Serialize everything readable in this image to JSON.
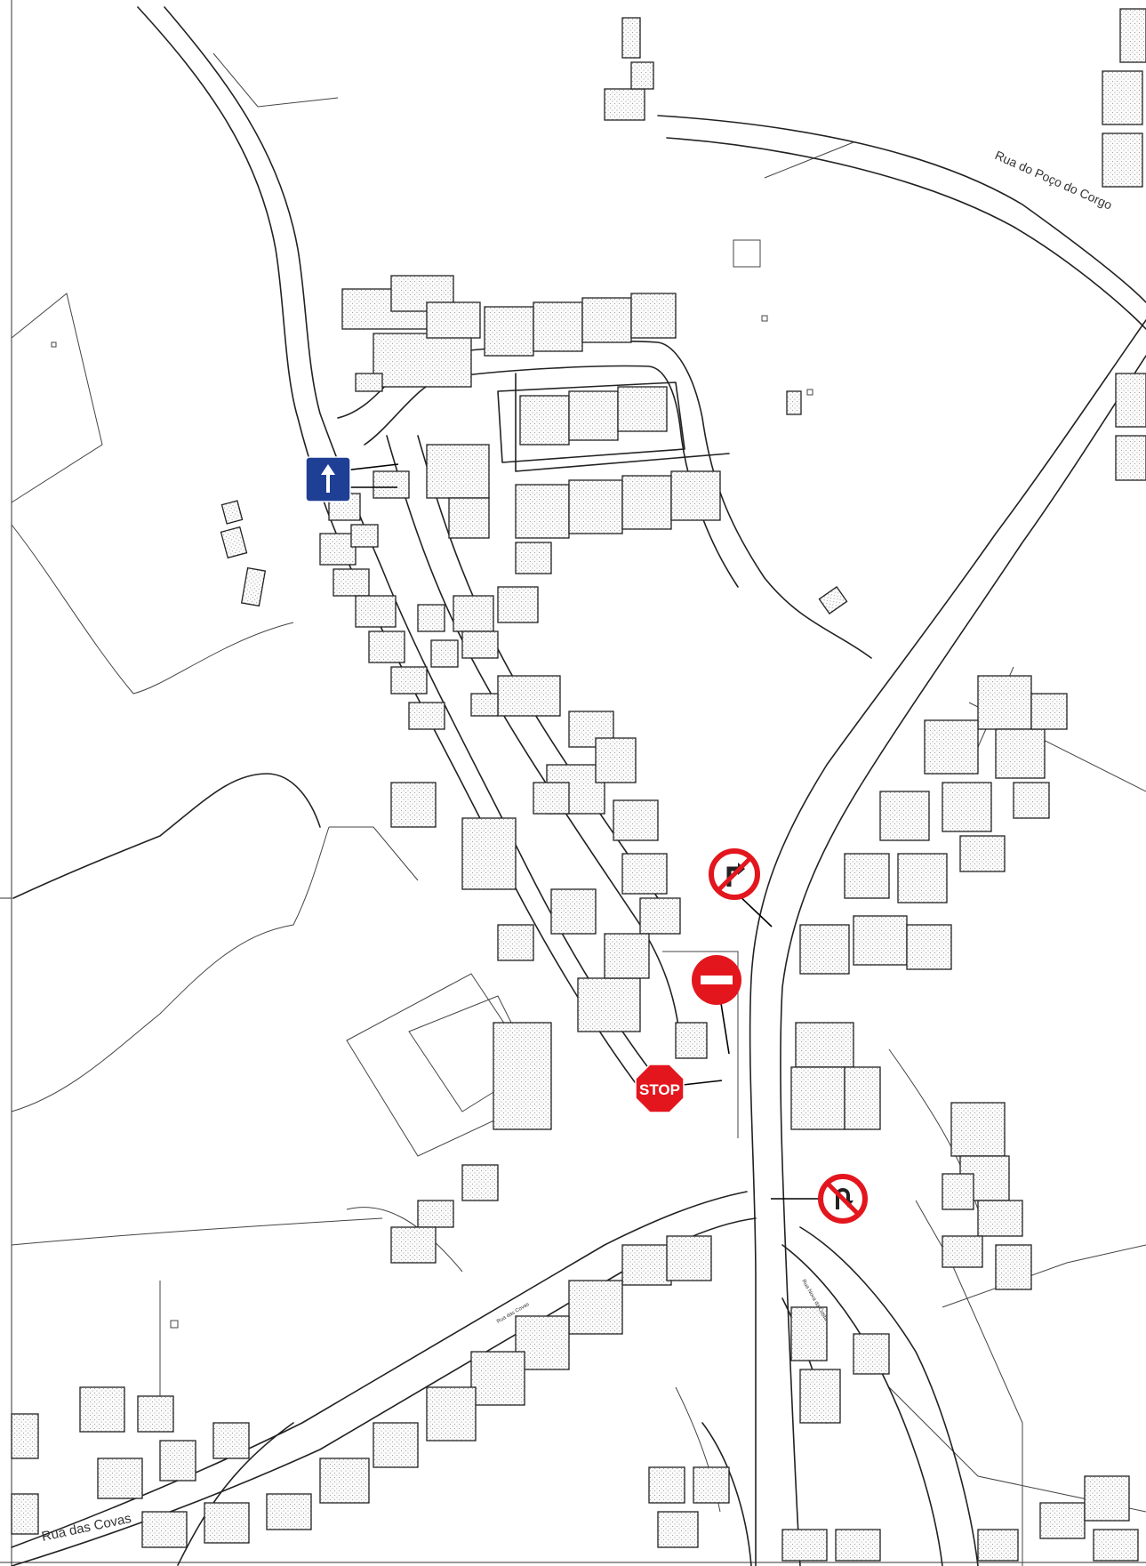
{
  "streets": {
    "rua_das_covas": "Rua das Covas",
    "rua_das_covas_small": "Rua das Covas",
    "rua_do_poco": "Rua do Poço do Corgo",
    "rua_small_center": "Rua Nova da Costa"
  },
  "signs": {
    "stop_text": "STOP",
    "one_way_icon": "one-way-arrow-up",
    "no_right_turn_icon": "no-right-turn",
    "no_entry_icon": "no-entry",
    "no_u_turn_icon": "no-u-turn"
  },
  "colors": {
    "sign_red": "#e3161e",
    "sign_blue": "#1f3f95",
    "line": "#222222"
  }
}
